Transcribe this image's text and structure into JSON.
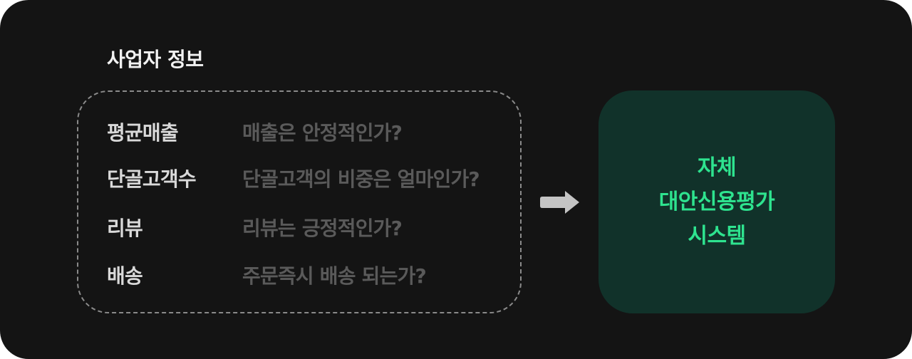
{
  "section_title": "사업자 정보",
  "rows": [
    {
      "label": "평균매출",
      "question": "매출은 안정적인가?"
    },
    {
      "label": "단골고객수",
      "question": "단골고객의 비중은 얼마인가?"
    },
    {
      "label": "리뷰",
      "question": "리뷰는 긍정적인가?"
    },
    {
      "label": "배송",
      "question": "주문즉시 배송 되는가?"
    }
  ],
  "result": {
    "lines": [
      "자체",
      "대안신용평가",
      "시스템"
    ]
  },
  "colors": {
    "background": "#141414",
    "result_box": "#11322a",
    "result_text": "#2ee38f",
    "arrow": "#c4c4c4"
  }
}
